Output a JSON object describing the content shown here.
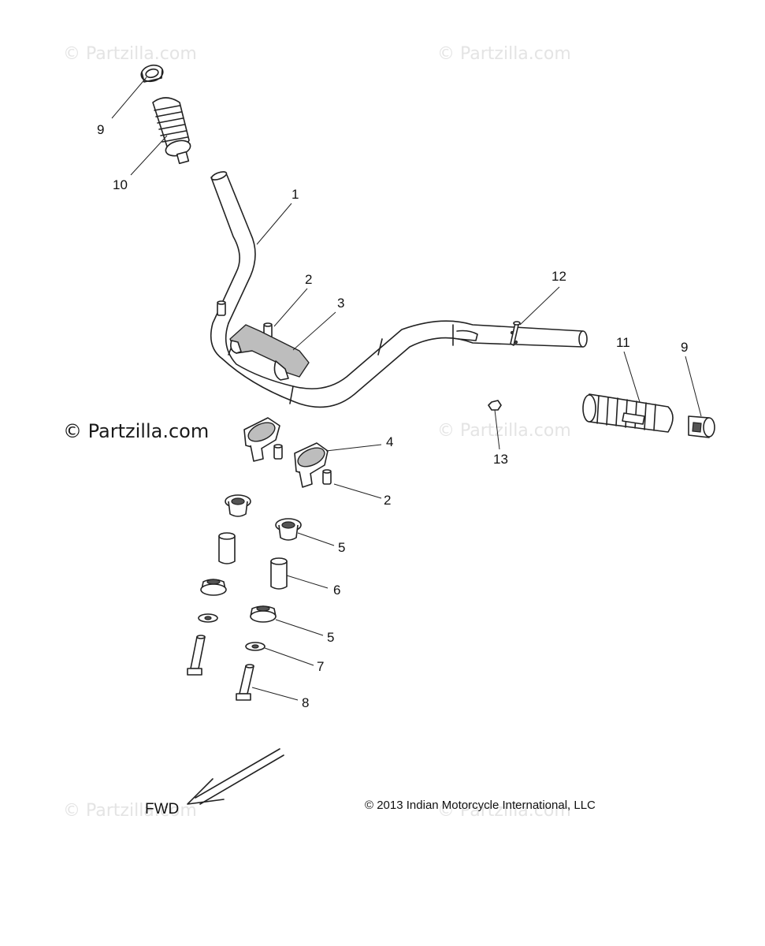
{
  "watermarks": {
    "top_left": "© Partzilla.com",
    "top_right": "© Partzilla.com",
    "mid_left": "© Partzilla.com",
    "mid_right": "© Partzilla.com",
    "bottom_left": "© Partzilla.com",
    "bottom_right": "© Partzilla.com"
  },
  "callouts": {
    "c1": "1",
    "c2a": "2",
    "c2b": "2",
    "c3": "3",
    "c4": "4",
    "c5a": "5",
    "c5b": "5",
    "c6": "6",
    "c7": "7",
    "c8": "8",
    "c9a": "9",
    "c9b": "9",
    "c10": "10",
    "c11": "11",
    "c12": "12",
    "c13": "13"
  },
  "direction_label": "FWD",
  "copyright": "© 2013 Indian Motorcycle International, LLC"
}
